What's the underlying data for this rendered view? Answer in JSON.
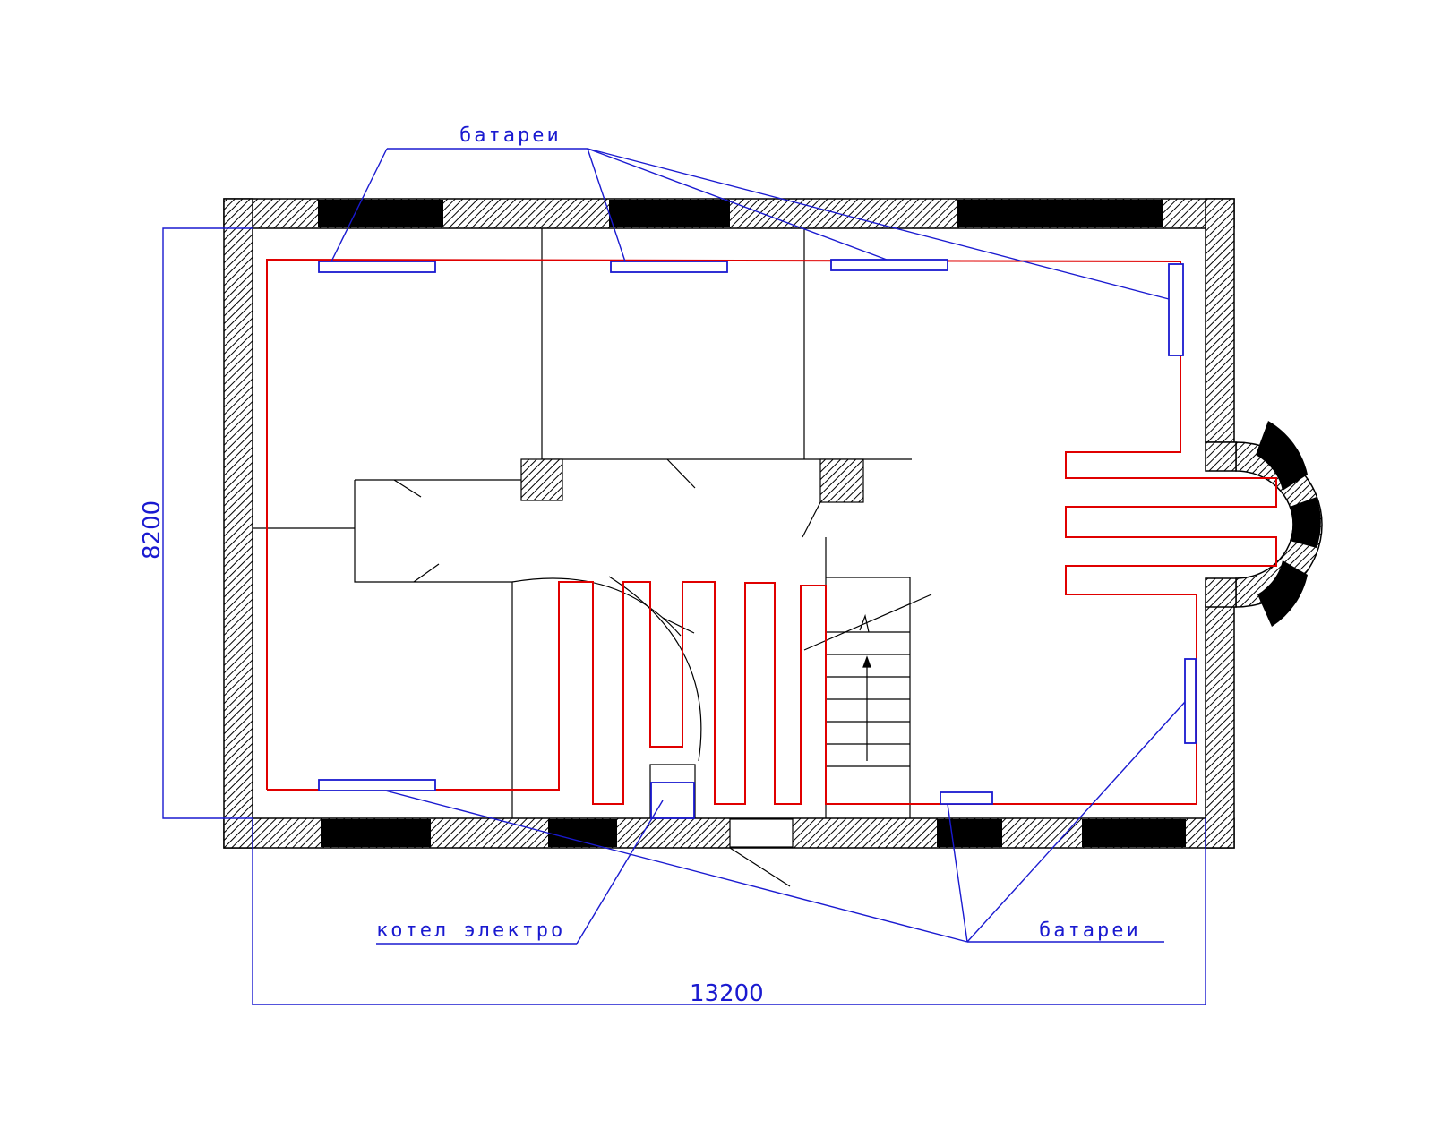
{
  "labels": {
    "batteries_top": "батареи",
    "batteries_bottom": "батареи",
    "boiler": "котел электро"
  },
  "dimensions": {
    "width": "13200",
    "height": "8200"
  },
  "colors": {
    "wall_hatch": "#000000",
    "window": "#000000",
    "heating_pipe": "#e00000",
    "annotation": "#1a1ad0",
    "partition": "#000000"
  }
}
